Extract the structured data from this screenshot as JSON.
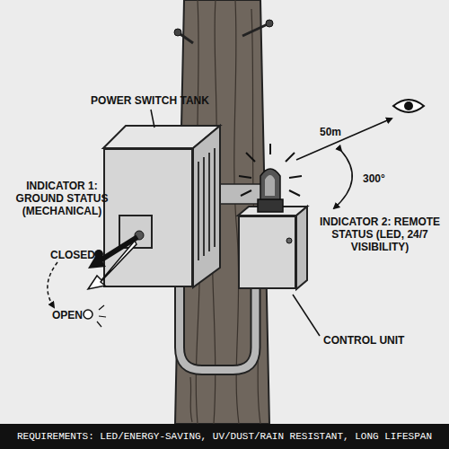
{
  "diagram": {
    "caption": "REQUIREMENTS: LED/ENERGY-SAVING, UV/DUST/RAIN RESISTANT, LONG LIFESPAN",
    "nodes": [
      {
        "text": [
          "POWER SWITCH TANK"
        ]
      },
      {
        "text": [
          "CONTROL UNIT"
        ]
      }
    ],
    "edges": [
      {
        "from": 0,
        "to": 1,
        "arrow": "none"
      }
    ],
    "labels": [
      "INDICATOR 1: GROUND STATUS (MECHANICAL)",
      "CLOSED",
      "OPEN",
      "50m",
      "300°",
      "INDICATOR 2: REMOTE STATUS (LED, 24/7 VISIBILITY)"
    ]
  }
}
